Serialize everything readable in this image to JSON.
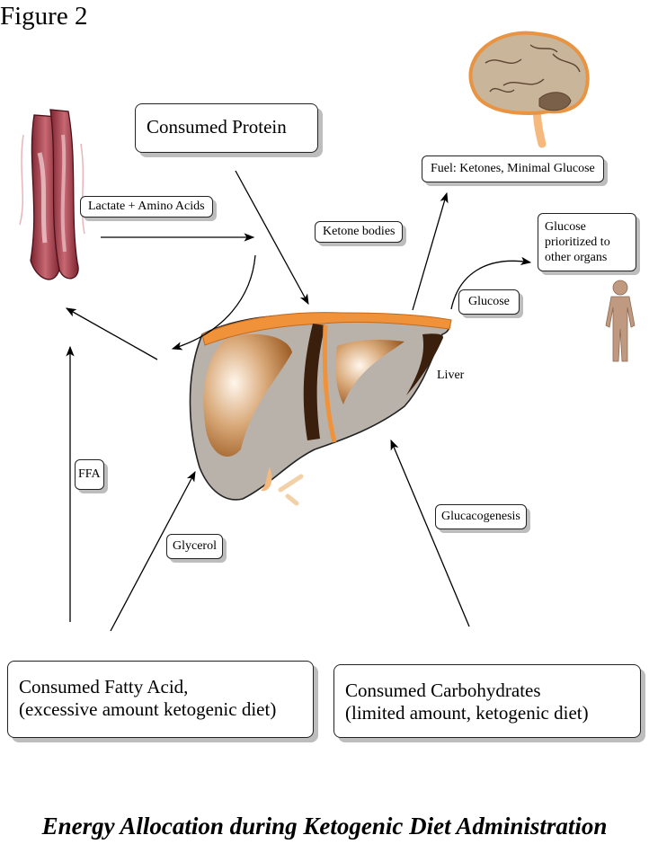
{
  "figure_label": "Figure 2",
  "caption": "Energy Allocation during Ketogenic Diet Administration",
  "nodes": {
    "consumed_protein": "Consumed Protein",
    "lactate_amino": "Lactate + Amino Acids",
    "ketone_bodies": "Ketone bodies",
    "fuel": "Fuel: Ketones, Minimal Glucose",
    "glucose_prioritized": [
      "Glucose",
      "prioritized to",
      "other organs"
    ],
    "glucose": "Glucose",
    "liver": "Liver",
    "ffa": "FFA",
    "glycerol": "Glycerol",
    "glucacogenesis": "Glucacogenesis",
    "fatty_acid": [
      "Consumed Fatty Acid,",
      "(excessive amount ketogenic diet)"
    ],
    "carbohydrates": [
      "Consumed Carbohydrates",
      "(limited amount, ketogenic diet)"
    ]
  },
  "colors": {
    "liver_fill": "#b9b2ab",
    "liver_orange": "#f0923a",
    "liver_dark": "#3a1f0c",
    "muscle": "#a9434f",
    "brain": "#c9b59a",
    "body": "#c09a80"
  }
}
